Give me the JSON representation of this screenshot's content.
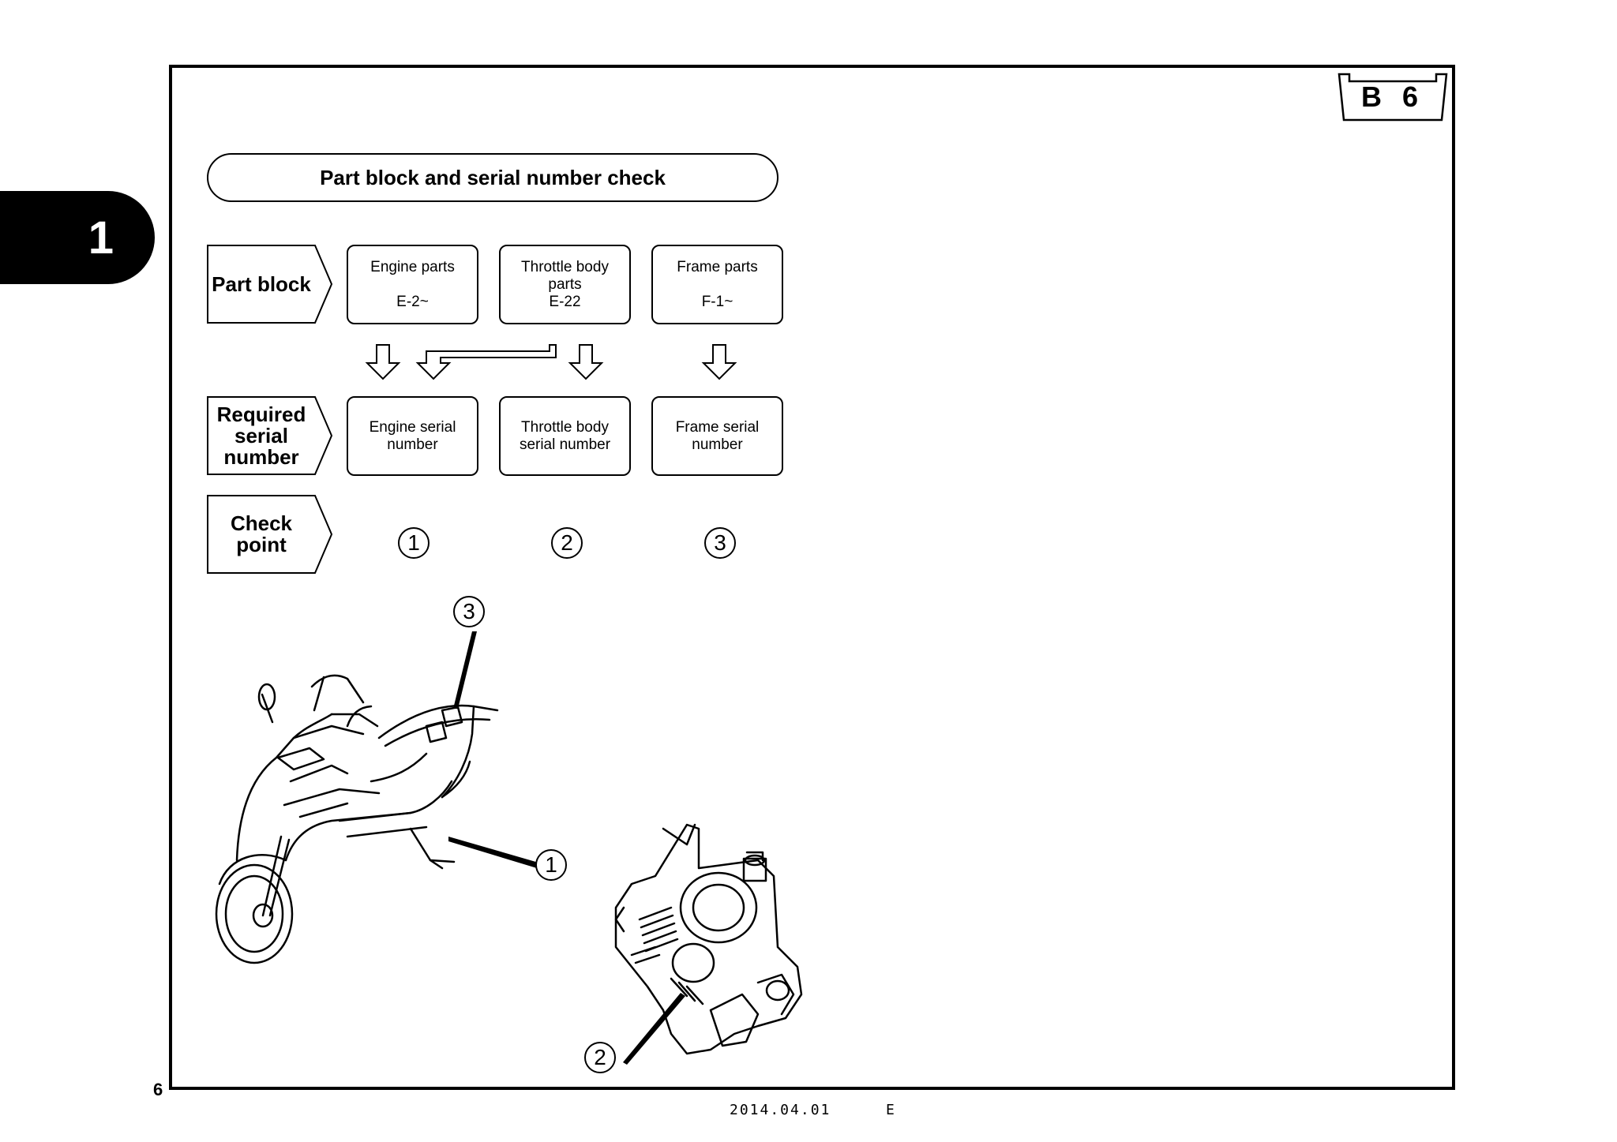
{
  "section_number": "1",
  "badge_code": "B 6",
  "title": "Part block and serial number check",
  "rows": {
    "part_block": "Part block",
    "required_serial": "Required serial number",
    "check_point": "Check point"
  },
  "part_blocks": [
    {
      "name": "Engine parts",
      "ref": "E-2~"
    },
    {
      "name": "Throttle body parts",
      "ref": "E-22"
    },
    {
      "name": "Frame parts",
      "ref": "F-1~"
    }
  ],
  "serials": [
    "Engine serial number",
    "Throttle body serial number",
    "Frame serial number"
  ],
  "check_points": [
    "1",
    "2",
    "3"
  ],
  "callouts": {
    "engine": "1",
    "throttle": "2",
    "frame": "3"
  },
  "page_number": "6",
  "footer": {
    "date": "2014.04.01",
    "code": "E"
  }
}
